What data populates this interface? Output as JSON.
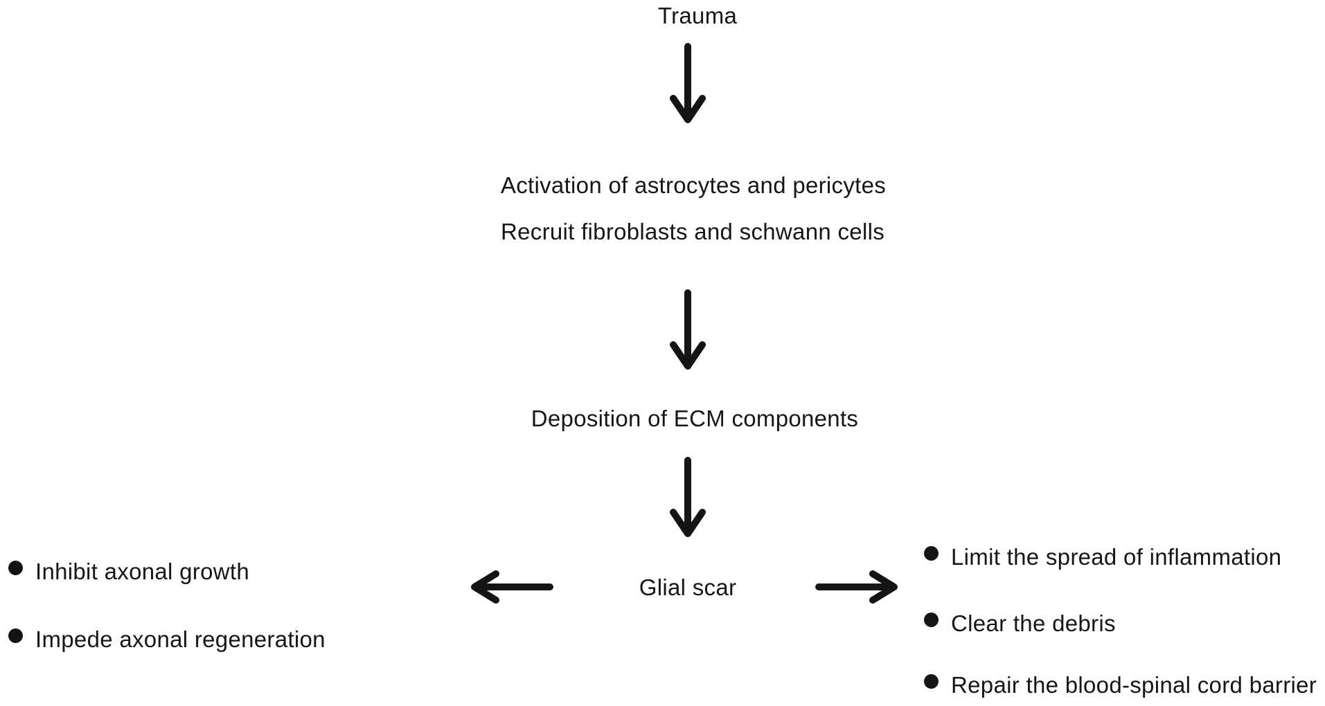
{
  "diagram": {
    "background": "#ffffff",
    "text_color": "#161616",
    "arrow_color": "#141414",
    "nodes": {
      "trauma": "Trauma",
      "activation_line1": "Activation of astrocytes and pericytes",
      "activation_line2": "Recruit fibroblasts and schwann cells",
      "deposition": "Deposition of ECM components",
      "glial_scar": "Glial scar"
    },
    "negative_effects": [
      "Inhibit axonal growth",
      "Impede axonal regeneration"
    ],
    "positive_effects": [
      "Limit the spread of inflammation",
      "Clear the debris",
      "Repair the blood-spinal cord barrier"
    ]
  }
}
